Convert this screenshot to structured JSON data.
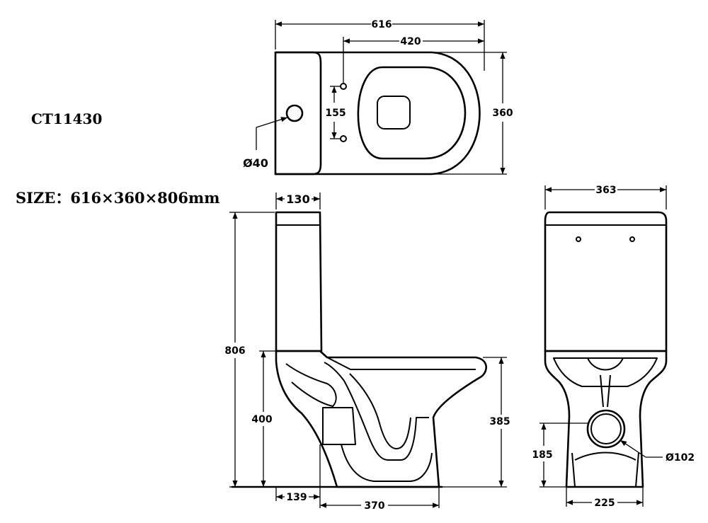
{
  "header": {
    "model_code": "CT11430",
    "size_spec": "SIZE：616×360×806mm"
  },
  "top_view": {
    "overall_length": "616",
    "seat_length": "420",
    "bolt_spacing": "155",
    "depth": "360",
    "inlet_diameter": "Ø40"
  },
  "side_view": {
    "tank_depth": "130",
    "total_height": "806",
    "bowl_height": "400",
    "rim_height": "385",
    "outlet_offset": "139",
    "base_length": "370"
  },
  "front_view": {
    "tank_width": "363",
    "outlet_height": "185",
    "base_width": "225",
    "outlet_diameter": "Ø102"
  }
}
